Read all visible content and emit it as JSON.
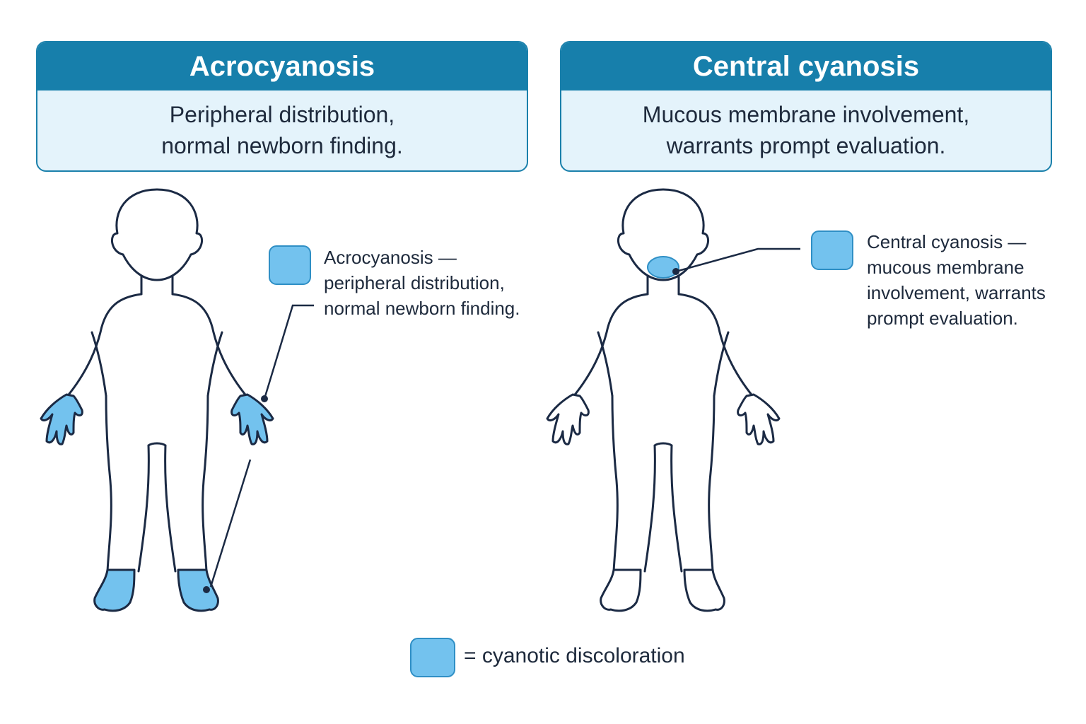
{
  "colors": {
    "cyanotic": "#73c2ee",
    "outline": "#1b2a44",
    "header_bg": "#177fab",
    "desc_bg": "#e4f3fb"
  },
  "panels": [
    {
      "title": "Acrocyanosis",
      "description": "Peripheral distribution,\nnormal newborn finding.",
      "callout": "Acrocyanosis —\nperipheral distribution,\nnormal newborn finding.",
      "affected_regions": [
        "hands",
        "feet"
      ]
    },
    {
      "title": "Central cyanosis",
      "description": "Mucous membrane involvement,\nwarrants prompt evaluation.",
      "callout": "Central cyanosis —\nmucous membrane\ninvolvement, warrants\nprompt evaluation.",
      "affected_regions": [
        "mouth"
      ]
    }
  ],
  "legend": {
    "label": "= cyanotic discoloration",
    "swatch_icon": "color-swatch-icon"
  }
}
